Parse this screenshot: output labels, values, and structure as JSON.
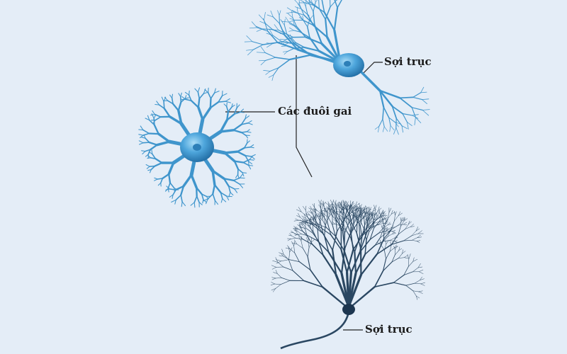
{
  "labels": {
    "axon_top": "Sợi trục",
    "dendrites": "Các đuôi gai",
    "axon_bottom": "Sợi trục"
  },
  "colors": {
    "background": "#e4edf7",
    "neuron_blue": "#3f95cc",
    "neuron_blue_dark": "#1f6aa1",
    "soma_highlight": "#86c5ec",
    "purkinje": "#2a4762",
    "leader_line": "#222222"
  }
}
